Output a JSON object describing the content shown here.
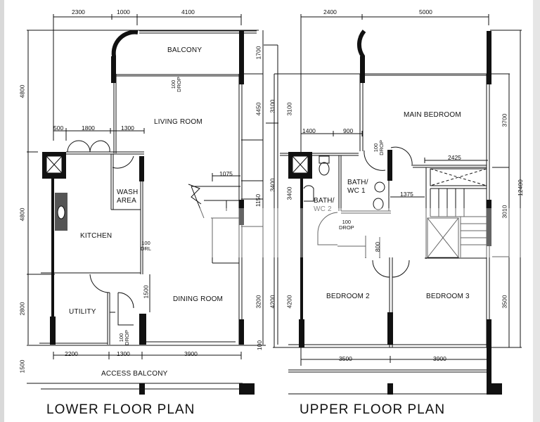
{
  "lower_plan": {
    "title": "LOWER FLOOR PLAN",
    "rooms": {
      "balcony": "BALCONY",
      "living_room": "LIVING ROOM",
      "kitchen": "KITCHEN",
      "wash_area_1": "WASH",
      "wash_area_2": "AREA",
      "utility": "UTILITY",
      "dining_room": "DINING ROOM",
      "access_balcony": "ACCESS BALCONY"
    },
    "top_dims": [
      "2300",
      "1000",
      "4100"
    ],
    "mid_dims": [
      "500",
      "1800",
      "1300"
    ],
    "stair_dim": "1075",
    "bottom_dims": [
      "2200",
      "1300",
      "3900"
    ],
    "left_dims": [
      "4800",
      "4800",
      "2800",
      "1500"
    ],
    "right_dims_inner": [
      "1700",
      "4450",
      "1150",
      "3200",
      "100"
    ],
    "right_dims_outer": [
      "3100",
      "3400",
      "4200"
    ],
    "door_dim": "1500",
    "notes": {
      "drop_top": "100\nDROP",
      "drop_kitchen": "100\nDRL",
      "drop_bottom": "100\nDROP"
    }
  },
  "upper_plan": {
    "title": "UPPER FLOOR PLAN",
    "rooms": {
      "main_bedroom": "MAIN BEDROOM",
      "bath_wc_1_a": "BATH/",
      "bath_wc_1_b": "WC 1",
      "bath_wc_2_a": "BATH/",
      "bath_wc_2_b": "WC 2",
      "bedroom_2": "BEDROOM 2",
      "bedroom_3": "BEDROOM 3"
    },
    "top_dims": [
      "2400",
      "5000"
    ],
    "mid_dims": [
      "1400",
      "900"
    ],
    "wardrobe_dim": "2425",
    "corridor_dim": "1375",
    "door_dim": "800",
    "bottom_dims": [
      "3500",
      "3900"
    ],
    "left_dims": [
      "3100",
      "3400",
      "4200"
    ],
    "right_dims_inner": [
      "3700",
      "3010",
      "3500"
    ],
    "right_dims_outer": [
      "12400"
    ],
    "notes": {
      "drop_top": "100\nDROP",
      "drop_bath": "100\nDROP"
    }
  }
}
